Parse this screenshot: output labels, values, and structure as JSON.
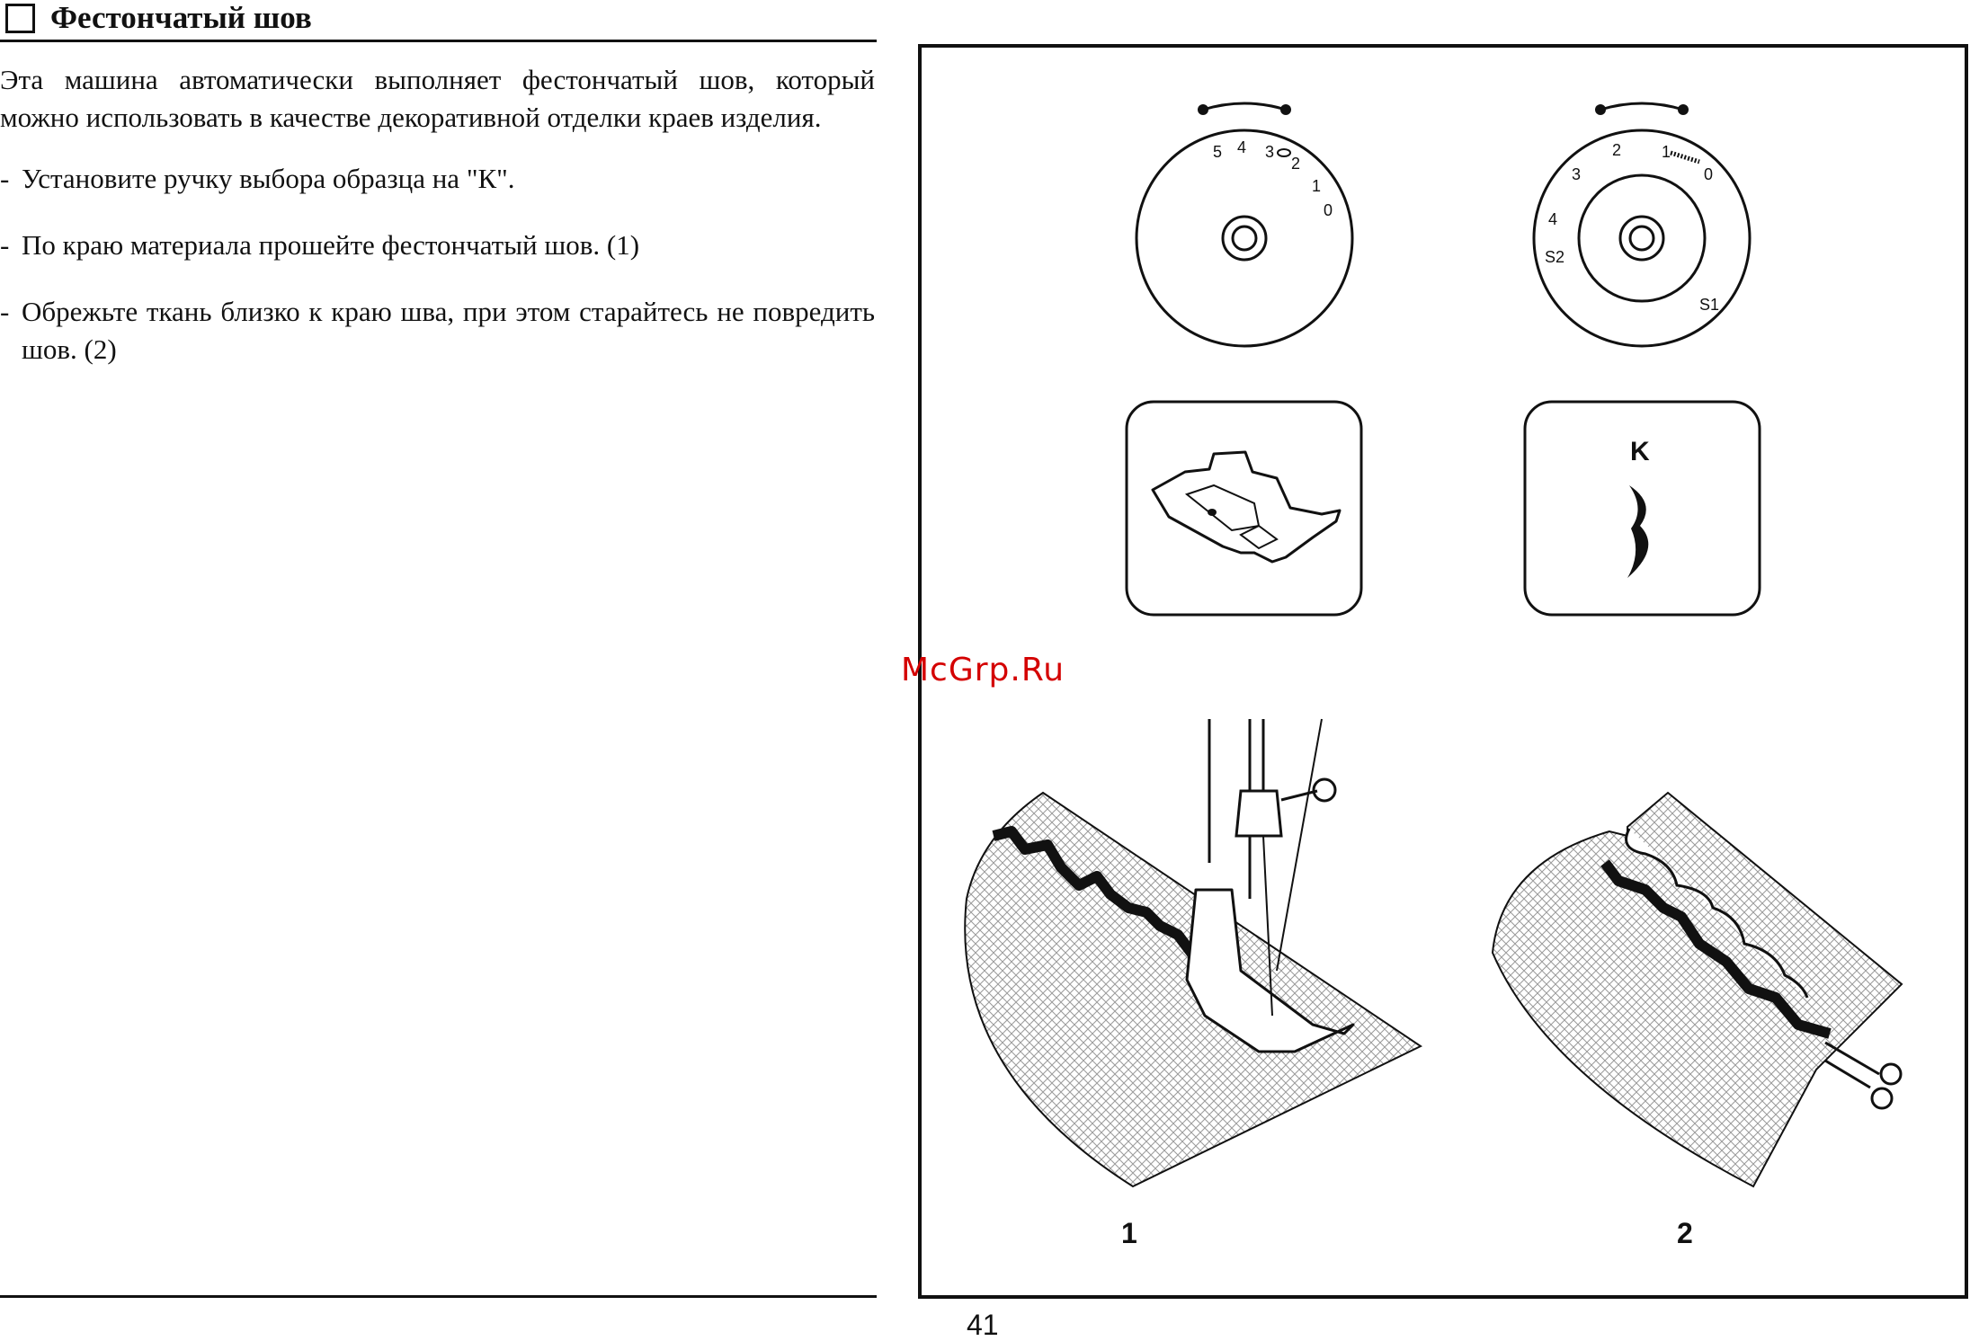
{
  "section": {
    "title": "Фестончатый шов"
  },
  "intro": "Эта машина автоматически выполняет фестончатый шов, который можно использовать в качестве декоративной отделки краев изделия.",
  "steps": [
    {
      "dash": "-",
      "text": "Установите ручку выбора образца на \"К\"."
    },
    {
      "dash": "-",
      "text": "По краю материала прошейте фестончатый шов. (1)"
    },
    {
      "dash": "-",
      "text": "Обрежьте ткань близко к краю шва, при этом старайтесь не повредить шов. (2)"
    }
  ],
  "figure": {
    "dial_left_numbers": [
      "5",
      "4",
      "3",
      "2",
      "1",
      "0"
    ],
    "dial_right_numbers": [
      "3",
      "2",
      "1",
      "0"
    ],
    "dial_right_extra": [
      "S2",
      "4",
      "S1"
    ],
    "pattern_letter": "K",
    "label_1": "1",
    "label_2": "2"
  },
  "watermark": "McGrp.Ru",
  "page_number": "41"
}
